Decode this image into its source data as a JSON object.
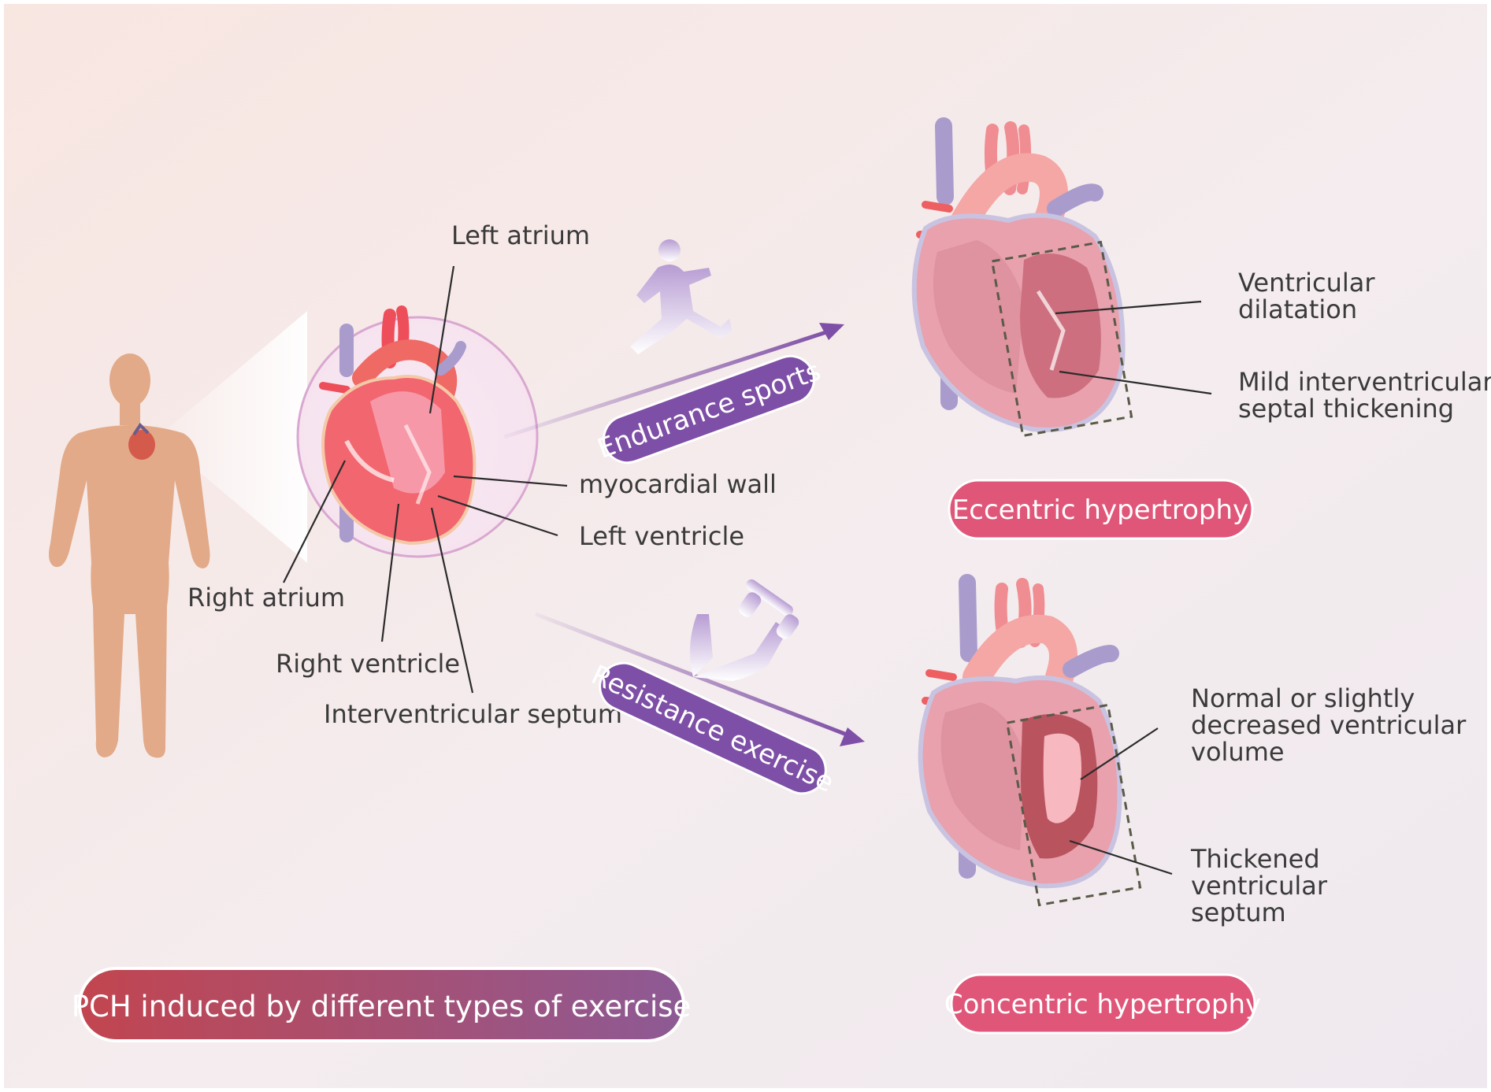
{
  "title": "PCH induced by different types of exercise",
  "anatomy_labels": {
    "left_atrium": "Left atrium",
    "myocardial_wall": "myocardial wall",
    "left_ventricle": "Left  ventricle",
    "right_atrium": "Right atrium",
    "right_ventricle": "Right ventricle",
    "interventricular_septum": "Interventricular septum"
  },
  "pathways": {
    "endurance": "Endurance sports",
    "resistance": "Resistance exercise"
  },
  "eccentric": {
    "label": "Eccentric hypertrophy",
    "notes": {
      "dilatation_l1": "Ventricular",
      "dilatation_l2": "dilatation",
      "septal_l1": "Mild interventricular",
      "septal_l2": "septal thickening"
    }
  },
  "concentric": {
    "label": "Concentric hypertrophy",
    "notes": {
      "volume_l1": "Normal or slightly",
      "volume_l2": "decreased ventricular",
      "volume_l3": "volume",
      "septum_l1": "Thickened",
      "septum_l2": "ventricular",
      "septum_l3": "septum"
    }
  },
  "icons": [
    "human-body-icon",
    "heart-icon",
    "runner-icon",
    "dumbbell-arm-icon"
  ],
  "colors": {
    "purple": "#7e4fa6",
    "pink_tag": "#e05679",
    "heart_red": "#f2666f",
    "skin": "#e2aa88",
    "title_left": "#c2454f",
    "title_right": "#8d5a95"
  }
}
